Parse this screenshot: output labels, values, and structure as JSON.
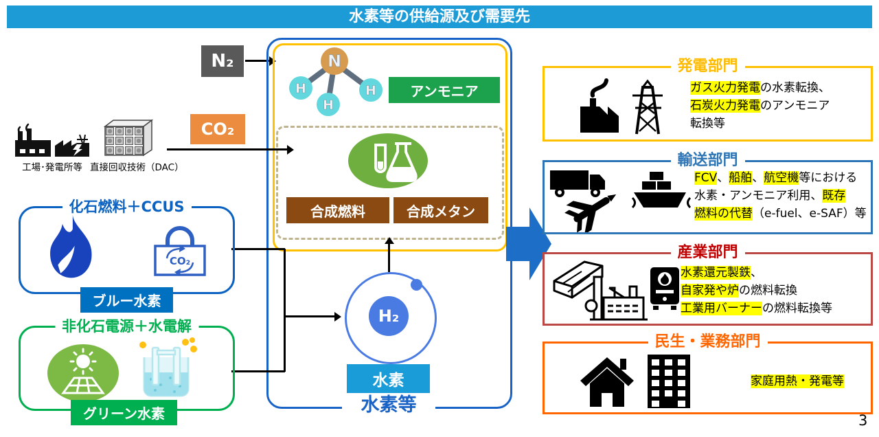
{
  "page": {
    "title": "水素等の供給源及び需要先",
    "page_number": "3"
  },
  "colors": {
    "banner_bg": "#1C9BD6",
    "center_border_blue": "#1A63C6",
    "yellow_border": "#FFC000",
    "ammonia_green": "#1CA24C",
    "synthetic_brown": "#8A4A12",
    "h2_atom_blue": "#4A7BE3",
    "hydrogen_cyan": "#199CD8",
    "blue_hydrogen": "#0070C0",
    "green_hydrogen": "#00B050",
    "co2_orange": "#EC8C3E",
    "n2_gray": "#595959",
    "flow_arrow_blue": "#1D6EC6",
    "sector_power": "#FFC000",
    "sector_transport": "#2E75B6",
    "sector_industry": "#C00000",
    "sector_residential": "#FF6600",
    "highlight_yellow": "#FFFF00"
  },
  "supply": {
    "n2_badge": "N₂",
    "co2_badge": "CO₂",
    "factory_label": "工場･発電所等",
    "dac_label": "直接回収技術（DAC）",
    "blue": {
      "title": "化石燃料＋CCUS",
      "tag": "ブルー水素",
      "lock_text": "CO₂"
    },
    "green": {
      "title": "非化石電源＋水電解",
      "tag": "グリーン水素"
    }
  },
  "center": {
    "ammonia_label": "アンモニア",
    "atom_n": "N",
    "atom_h": "H",
    "synthetic_fuel": "合成燃料",
    "synthetic_methane": "合成メタン",
    "h2_symbol": "H₂",
    "hydrogen_label": "水素",
    "group_label": "水素等"
  },
  "icons": [
    "factory-icon",
    "power-plant-icon",
    "dac-unit-icon",
    "ammonia-molecule-icon",
    "flask-icon",
    "flame-icon",
    "co2-lock-icon",
    "solar-panel-icon",
    "electrolysis-icon",
    "h2-atom-icon",
    "flow-arrow-icon",
    "transmission-tower-icon",
    "truck-icon",
    "airplane-icon",
    "ship-icon",
    "steel-beam-icon",
    "factory-outline-icon",
    "furnace-icon",
    "house-icon",
    "building-icon"
  ],
  "sectors": [
    {
      "title": "発電部門",
      "lines": [
        [
          {
            "t": "ガス火力発電",
            "hl": true
          },
          {
            "t": "の水素転換、",
            "hl": false
          }
        ],
        [
          {
            "t": "石炭火力発電",
            "hl": true
          },
          {
            "t": "のアンモニア",
            "hl": false
          }
        ],
        [
          {
            "t": "転換等",
            "hl": false
          }
        ]
      ]
    },
    {
      "title": "輸送部門",
      "lines": [
        [
          {
            "t": "FCV",
            "hl": true
          },
          {
            "t": "、",
            "hl": false
          },
          {
            "t": "船舶",
            "hl": true
          },
          {
            "t": "、",
            "hl": false
          },
          {
            "t": "航空機",
            "hl": true
          },
          {
            "t": "等における",
            "hl": false
          }
        ],
        [
          {
            "t": "水素・アンモニア利用、",
            "hl": false
          },
          {
            "t": "既存",
            "hl": true
          }
        ],
        [
          {
            "t": "燃料の代替",
            "hl": true
          },
          {
            "t": "（e-fuel、e-SAF）等",
            "hl": false
          }
        ]
      ]
    },
    {
      "title": "産業部門",
      "lines": [
        [
          {
            "t": "水素還元製鉄",
            "hl": true
          },
          {
            "t": "、",
            "hl": false
          }
        ],
        [
          {
            "t": "自家発や炉",
            "hl": true
          },
          {
            "t": "の燃料転換",
            "hl": false
          }
        ],
        [
          {
            "t": "工業用バーナー",
            "hl": true
          },
          {
            "t": "の燃料転換等",
            "hl": false
          }
        ]
      ]
    },
    {
      "title": "民生・業務部門",
      "lines": [
        [
          {
            "t": "家庭用熱・発電等",
            "hl": true
          }
        ]
      ]
    }
  ]
}
